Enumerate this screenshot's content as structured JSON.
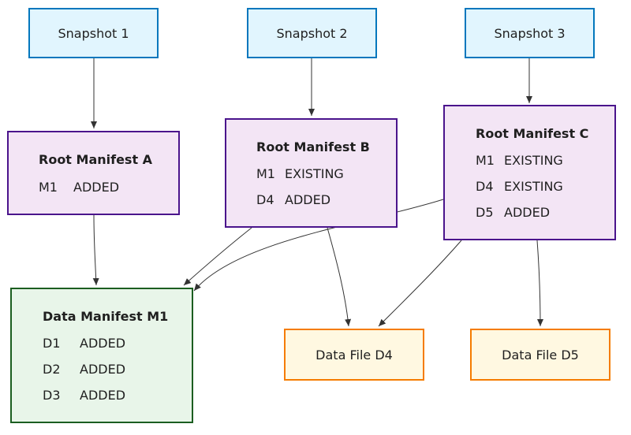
{
  "colors": {
    "snapshot_fill": "#e1f5fe",
    "snapshot_border": "#0277bd",
    "manifest_fill": "#f3e5f5",
    "manifest_border": "#4a148c",
    "data_manifest_fill": "#e8f5e9",
    "data_manifest_border": "#1b5e20",
    "file_fill": "#fff8e1",
    "file_border": "#f57c00",
    "edge": "#333333"
  },
  "snapshots": [
    {
      "id": "s1",
      "label": "Snapshot 1"
    },
    {
      "id": "s2",
      "label": "Snapshot 2"
    },
    {
      "id": "s3",
      "label": "Snapshot 3"
    }
  ],
  "root_manifests": [
    {
      "id": "ra",
      "title": "Root Manifest A",
      "entries": [
        {
          "key": "M1",
          "status": "ADDED"
        }
      ]
    },
    {
      "id": "rb",
      "title": "Root Manifest B",
      "entries": [
        {
          "key": "M1",
          "status": "EXISTING"
        },
        {
          "key": "D4",
          "status": "ADDED"
        }
      ]
    },
    {
      "id": "rc",
      "title": "Root Manifest C",
      "entries": [
        {
          "key": "M1",
          "status": "EXISTING"
        },
        {
          "key": "D4",
          "status": "EXISTING"
        },
        {
          "key": "D5",
          "status": "ADDED"
        }
      ]
    }
  ],
  "data_manifest": {
    "id": "m1",
    "title": "Data Manifest M1",
    "entries": [
      {
        "key": "D1",
        "status": "ADDED"
      },
      {
        "key": "D2",
        "status": "ADDED"
      },
      {
        "key": "D3",
        "status": "ADDED"
      }
    ]
  },
  "data_files": [
    {
      "id": "d4",
      "label": "Data File D4"
    },
    {
      "id": "d5",
      "label": "Data File D5"
    }
  ],
  "edges": [
    {
      "from": "s1",
      "to": "ra"
    },
    {
      "from": "s2",
      "to": "rb"
    },
    {
      "from": "s3",
      "to": "rc"
    },
    {
      "from": "ra",
      "to": "m1"
    },
    {
      "from": "rb",
      "to": "m1"
    },
    {
      "from": "rb",
      "to": "d4"
    },
    {
      "from": "rc",
      "to": "m1"
    },
    {
      "from": "rc",
      "to": "d4"
    },
    {
      "from": "rc",
      "to": "d5"
    }
  ]
}
